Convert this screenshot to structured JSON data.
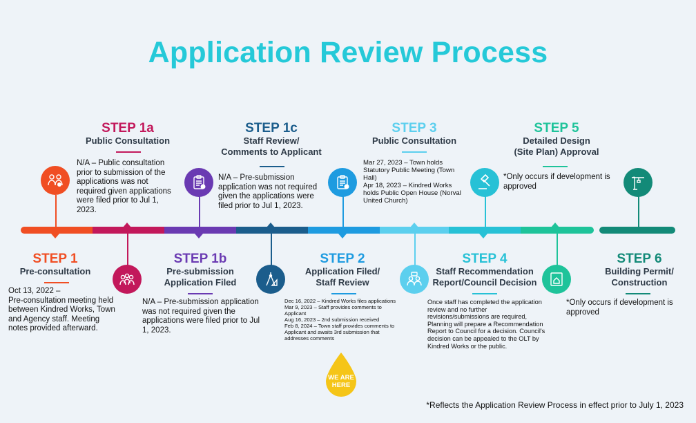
{
  "title": "Application Review Process",
  "steps": {
    "s1": {
      "label": "STEP 1",
      "subtitle": "Pre-consultation",
      "color": "#f04e23",
      "icon": "people-group-icon",
      "desc": "Oct 13, 2022 –\nPre-consultation meeting held between Kindred Works, Town and Agency staff. Meeting notes provided afterward."
    },
    "s1a": {
      "label": "STEP 1a",
      "subtitle": "Public Consultation",
      "color": "#c2185b",
      "icon": "people-checklist-icon",
      "desc": "N/A – Public consultation prior to submission of the applications was not required given applications were filed prior to Jul 1, 2023."
    },
    "s1b": {
      "label": "STEP 1b",
      "subtitle": "Pre-submission\nApplication Filed",
      "color": "#6a3ab2",
      "icon": "clipboard-check-icon",
      "desc": "N/A – Pre-submission application was not required given the applications were filed prior to Jul 1, 2023."
    },
    "s1c": {
      "label": "STEP 1c",
      "subtitle": "Staff Review/\nComments to Applicant",
      "color": "#1b5d8c",
      "icon": "drafting-tools-icon",
      "desc": "N/A – Pre-submission application was not required given the applications were filed prior to Jul 1, 2023."
    },
    "s2": {
      "label": "STEP 2",
      "subtitle": "Application Filed/\nStaff Review",
      "color": "#1e9be0",
      "icon": "clipboard-check-icon",
      "desc": "Dec 16, 2022 – Kindred Works files applications\nMar 9, 2023 – Staff provides comments to Applicant\nAug 16, 2023 – 2nd submission received\nFeb 8, 2024 – Town staff provides comments to Applicant and awaits 3rd submission that addresses comments"
    },
    "s3": {
      "label": "STEP 3",
      "subtitle": "Public Consultation",
      "color": "#5ccfee",
      "icon": "people-discussion-icon",
      "desc": "Mar 27, 2023 – Town holds Statutory Public Meeting (Town Hall)\nApr 18, 2023 – Kindred Works holds Public Open House (Norval United Church)"
    },
    "s4": {
      "label": "STEP 4",
      "subtitle": "Staff Recommendation\nReport/Council Decision",
      "color": "#27c1d6",
      "icon": "gavel-icon",
      "desc": "Once staff has completed the application review and no further revisions/submissions are required, Planning will prepare a Recommendation Report to Council for a decision. Council's decision can be appealed to the OLT by Kindred Works or the public."
    },
    "s5": {
      "label": "STEP 5",
      "subtitle": "Detailed Design\n(Site Plan) Approval",
      "color": "#1ec39a",
      "icon": "site-plan-icon",
      "desc": "*Only occurs if development is approved"
    },
    "s6": {
      "label": "STEP 6",
      "subtitle": "Building Permit/\nConstruction",
      "color": "#138a78",
      "icon": "crane-icon",
      "desc": "*Only occurs if development is approved"
    }
  },
  "marker": {
    "text": "WE ARE\nHERE",
    "color": "#f5c518"
  },
  "footnote": "*Reflects the Application Review Process in effect prior to July 1, 2023"
}
